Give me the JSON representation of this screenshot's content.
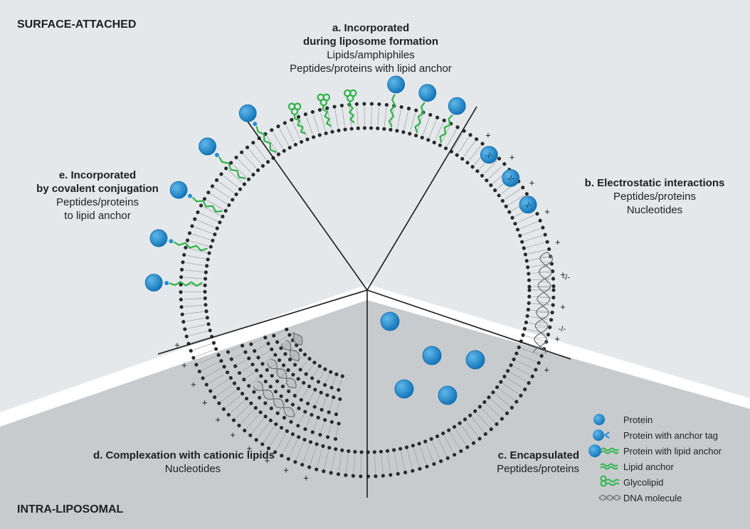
{
  "regions": {
    "top": "SURFACE-ATTACHED",
    "bottom": "INTRA-LIPOSOMAL"
  },
  "sections": {
    "a": {
      "heading_line1": "a. Incorporated",
      "heading_line2": "during liposome formation",
      "line1": "Lipids/amphiphiles",
      "line2": "Peptides/proteins with lipid anchor"
    },
    "b": {
      "heading": "b. Electrostatic interactions",
      "line1": "Peptides/proteins",
      "line2": "Nucleotides"
    },
    "c": {
      "heading": "c. Encapsulated",
      "line1": "Peptides/proteins"
    },
    "d": {
      "heading": "d. Complexation with cationic lipids",
      "line1": "Nucleotides"
    },
    "e": {
      "heading_line1": "e. Incorporated",
      "heading_line2": "by covalent conjugation",
      "line1": "Peptides/proteins",
      "line2": "to lipid anchor"
    }
  },
  "legend": [
    {
      "icon": "protein-icon",
      "label": "Protein"
    },
    {
      "icon": "protein-anchor-tag-icon",
      "label": "Protein with anchor tag"
    },
    {
      "icon": "protein-lipid-anchor-icon",
      "label": "Protein with lipid anchor"
    },
    {
      "icon": "lipid-anchor-icon",
      "label": "Lipid anchor"
    },
    {
      "icon": "glycolipid-icon",
      "label": "Glycolipid"
    },
    {
      "icon": "dna-icon",
      "label": "DNA molecule"
    }
  ],
  "symbols": {
    "plus": "+",
    "minus": "-/-"
  },
  "colors": {
    "upper_background": "#e4e8ea",
    "lower_background": "#c8cbce",
    "protein": "#1f8fd1",
    "lipid_anchor": "#2fb34a",
    "membrane_head": "#2a2a2a"
  }
}
